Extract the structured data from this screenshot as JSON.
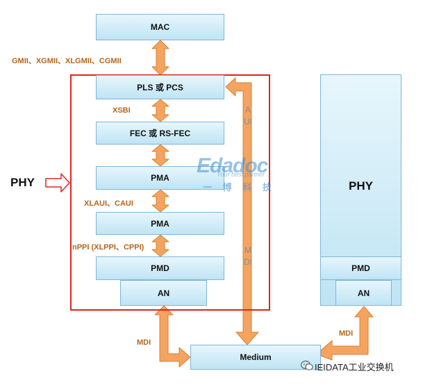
{
  "blocks": {
    "mac": "MAC",
    "pls": "PLS 或 PCS",
    "fec": "FEC 或 RS-FEC",
    "pma1": "PMA",
    "pma2": "PMA",
    "pmd": "PMD",
    "an": "AN",
    "medium": "Medium",
    "phy_right": "PHY",
    "pmd_right": "PMD",
    "an_right": "AN"
  },
  "interfaces": {
    "gmii": "GMII、XGMII、XLGMII、CGMII",
    "xsbi": "XSBI",
    "xlaui": "XLAUI、CAUI",
    "nppi": "nPPI (XLPPI、CPPI)",
    "mdi_left": "MDI",
    "mdi_right": "MDI",
    "aui_vertical": "AUI",
    "mdi_vertical": "MDI"
  },
  "phy_label": "PHY",
  "watermark": {
    "brand": "Edadoc",
    "slogan": "Your best partner",
    "chinese": "一 博 科 技"
  },
  "footer": {
    "account": "IEIDATA工业交换机"
  },
  "colors": {
    "arrow_fill": "#f4a460",
    "arrow_stroke": "#d9822b",
    "phy_border": "#e0241b",
    "box_top": "#e7f6fc",
    "box_bottom": "#bfe4f4"
  }
}
